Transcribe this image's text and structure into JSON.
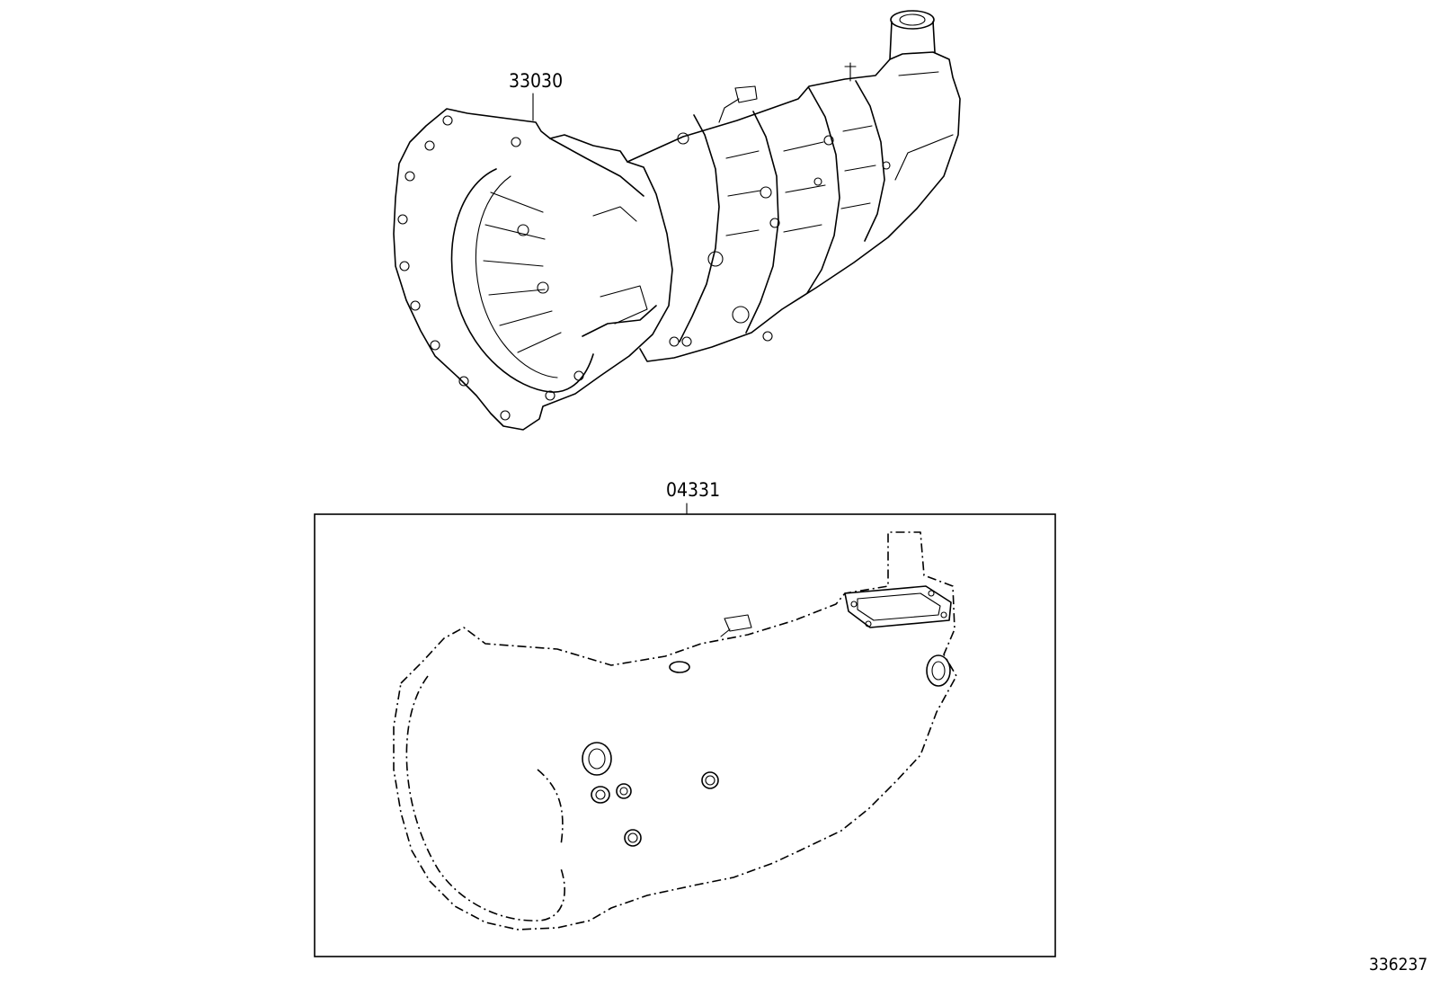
{
  "diagram": {
    "parts": [
      {
        "id": "transmission",
        "part_number": "33030"
      },
      {
        "id": "gasket-kit",
        "part_number": "04331"
      }
    ],
    "figure_reference": "336237"
  }
}
